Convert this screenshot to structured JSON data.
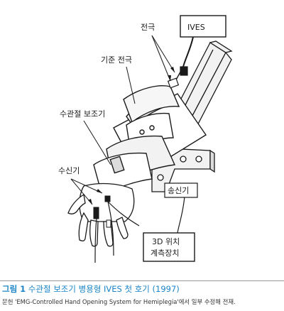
{
  "labels": {
    "electrode": "전극",
    "ives": "IVES",
    "reference_electrode": "기준 전극",
    "wrist_orthosis": "수관절 보조기",
    "receiver": "수신기",
    "transmitter": "송신기",
    "position_3d_line1": "3D 위치",
    "position_3d_line2": "계측장치"
  },
  "caption": {
    "number": "그림 1",
    "text": "수관절 보조기 병용형 IVES 첫 호기 (1997)",
    "source": "문헌 'EMG-Controlled Hand Opening System for Hemiplegia'에서 일부 수정해 전재."
  },
  "colors": {
    "caption_accent": "#1a84c6",
    "line": "#1a1a1a",
    "fill_light": "#f2f2f2",
    "fill_mid": "#dcdcdc"
  }
}
